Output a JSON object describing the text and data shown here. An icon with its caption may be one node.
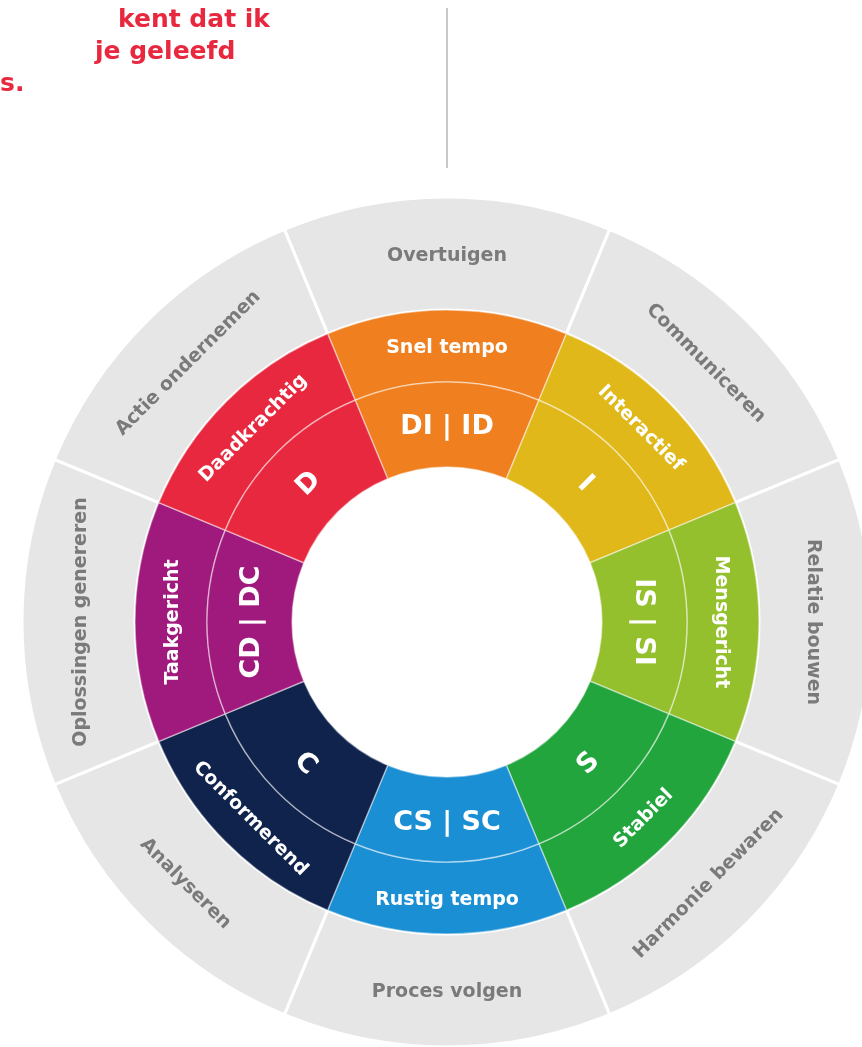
{
  "diagram": {
    "nodes": [
      {
        "text": [
          "Overtuigen"
        ]
      },
      {
        "text": [
          "Communiceren"
        ]
      },
      {
        "text": [
          "Relatie bouwen"
        ]
      },
      {
        "text": [
          "Harmonie bewaren"
        ]
      },
      {
        "text": [
          "Proces volgen"
        ]
      },
      {
        "text": [
          "Analyseren"
        ]
      },
      {
        "text": [
          "Oplossingen genereren"
        ]
      },
      {
        "text": [
          "Actie ondernemen"
        ]
      },
      {
        "text": [
          "Snel tempo"
        ]
      },
      {
        "text": [
          "Interactief"
        ]
      },
      {
        "text": [
          "Mensgericht"
        ]
      },
      {
        "text": [
          "Stabiel"
        ]
      },
      {
        "text": [
          "Rustig tempo"
        ]
      },
      {
        "text": [
          "Conformerend"
        ]
      },
      {
        "text": [
          "Taakgericht"
        ]
      },
      {
        "text": [
          "Daadkrachtig"
        ]
      },
      {
        "text": [
          "DI | ID"
        ]
      },
      {
        "text": [
          "I"
        ]
      },
      {
        "text": [
          "IS | SI"
        ]
      },
      {
        "text": [
          "S"
        ]
      },
      {
        "text": [
          "CS | SC"
        ]
      },
      {
        "text": [
          "C"
        ]
      },
      {
        "text": [
          "CD | DC"
        ]
      },
      {
        "text": [
          "D"
        ]
      }
    ],
    "labels": [
      "kent dat ik",
      "je geleefd",
      "s."
    ]
  }
}
